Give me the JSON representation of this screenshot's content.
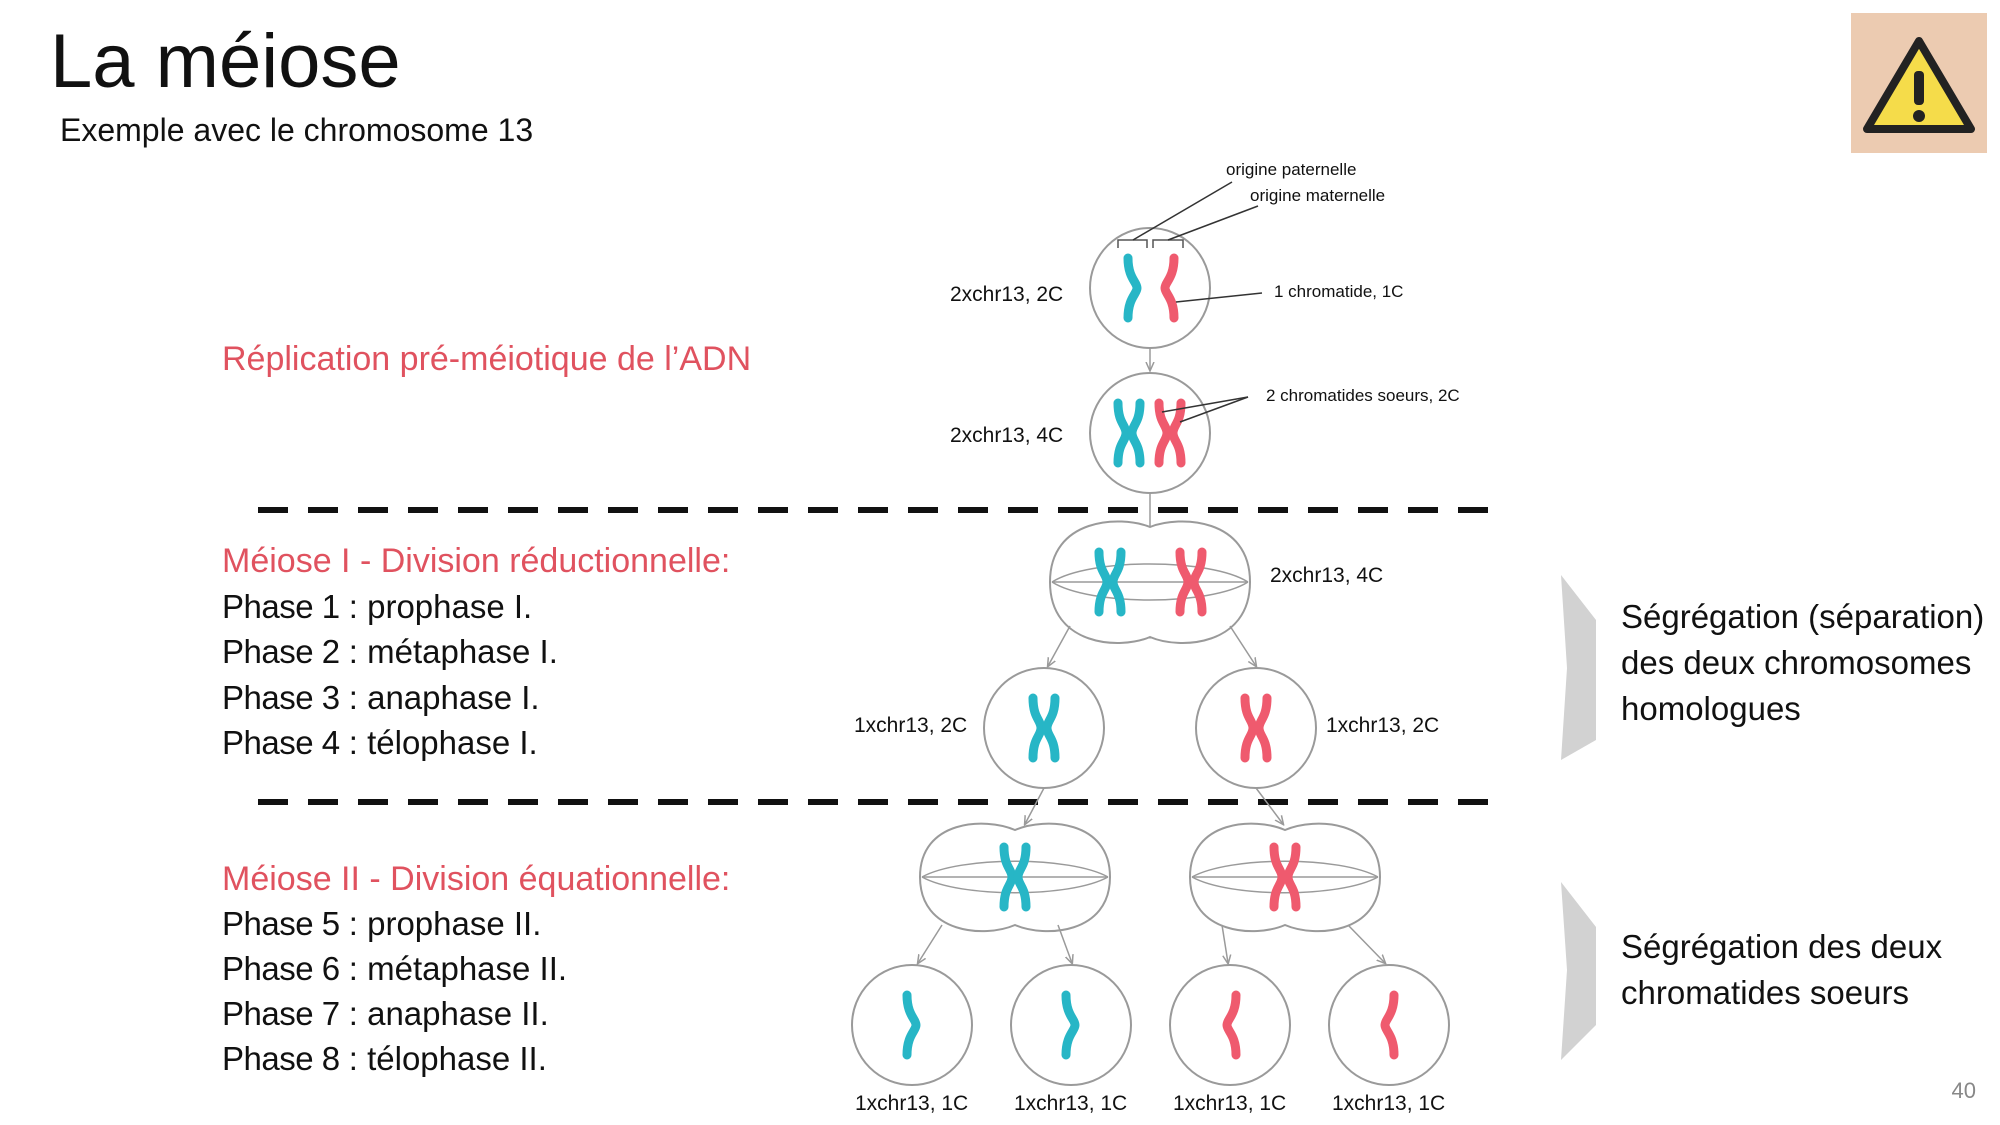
{
  "slide": {
    "title": "La méiose",
    "subtitle": "Exemple avec le chromosome 13",
    "page_number": "40",
    "warning_icon": "warning-triangle-icon"
  },
  "colors": {
    "paternal": "#27b6c6",
    "maternal": "#ef5a6e",
    "heading": "#e0525f",
    "cell_outline": "#9a9a9a",
    "dashed_line": "#111111",
    "warning_bg": "#eccbb1",
    "warning_fill": "#f5dc4a",
    "arrow_gray": "#d2d2d2"
  },
  "replication": {
    "heading": "Réplication pré-méiotique de l’ADN"
  },
  "meiosis1": {
    "heading": "Méiose I - Division réductionnelle:",
    "phases": [
      {
        "name": "Phase 1",
        "desc": " : prophase I."
      },
      {
        "name": "Phase 2",
        "desc": " : métaphase I."
      },
      {
        "name": "Phase 3",
        "desc": " : anaphase  I."
      },
      {
        "name": "Phase 4",
        "desc": " : télophase I."
      }
    ]
  },
  "meiosis2": {
    "heading": "Méiose II -  Division équationnelle:",
    "phases": [
      {
        "name": "Phase 5",
        "desc": " : prophase II."
      },
      {
        "name": "Phase 6",
        "desc": " : métaphase II."
      },
      {
        "name": "Phase 7",
        "desc": " : anaphase  II."
      },
      {
        "name": "Phase 8",
        "desc": " : télophase II."
      }
    ]
  },
  "annotations": {
    "paternal": "origine paternelle",
    "maternal": "origine maternelle",
    "one_chromatid": "1 chromatide, 1C",
    "sister_chromatids": "2 chromatides soeurs, 2C"
  },
  "cell_labels": {
    "initial": "2xchr13, 2C",
    "replicated": "2xchr13, 4C",
    "meiosis1_cell": "2xchr13, 4C",
    "daughter_left": "1xchr13, 2C",
    "daughter_right": "1xchr13, 2C",
    "gametes": [
      "1xchr13, 1C",
      "1xchr13, 1C",
      "1xchr13, 1C",
      "1xchr13, 1C"
    ]
  },
  "segregation": {
    "homologues": "Ségrégation (séparation) des deux chromosomes homologues",
    "sisters": "Ségrégation des deux chromatides soeurs"
  }
}
